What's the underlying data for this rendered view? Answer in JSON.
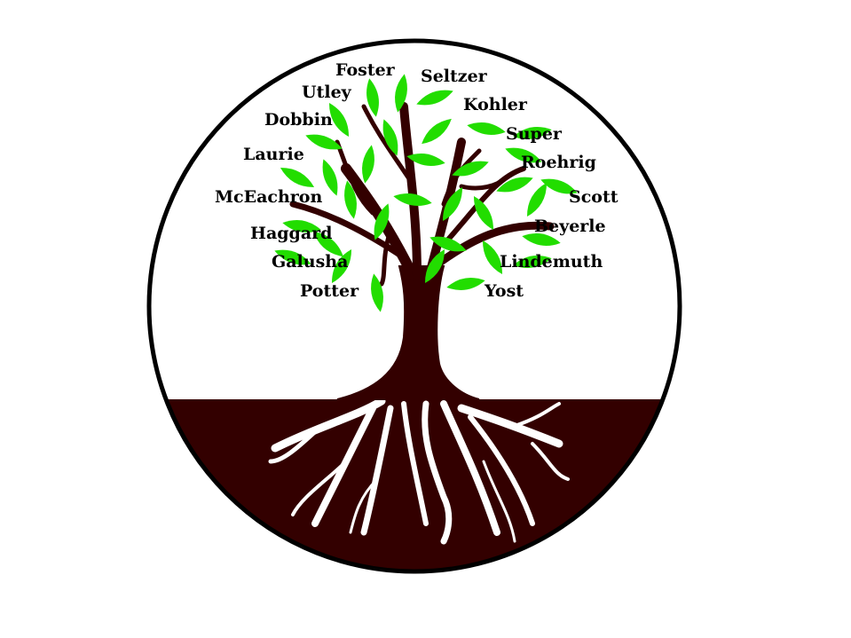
{
  "colors": {
    "soil": "#330000",
    "trunk": "#330000",
    "leaf": "#22dd00",
    "outline": "#000000"
  },
  "names": [
    "Foster",
    "Seltzer",
    "Utley",
    "Kohler",
    "Dobbin",
    "Super",
    "Laurie",
    "Roehrig",
    "McEachron",
    "Scott",
    "Haggard",
    "Beyerle",
    "Galusha",
    "Lindemuth",
    "Potter",
    "Yost"
  ]
}
